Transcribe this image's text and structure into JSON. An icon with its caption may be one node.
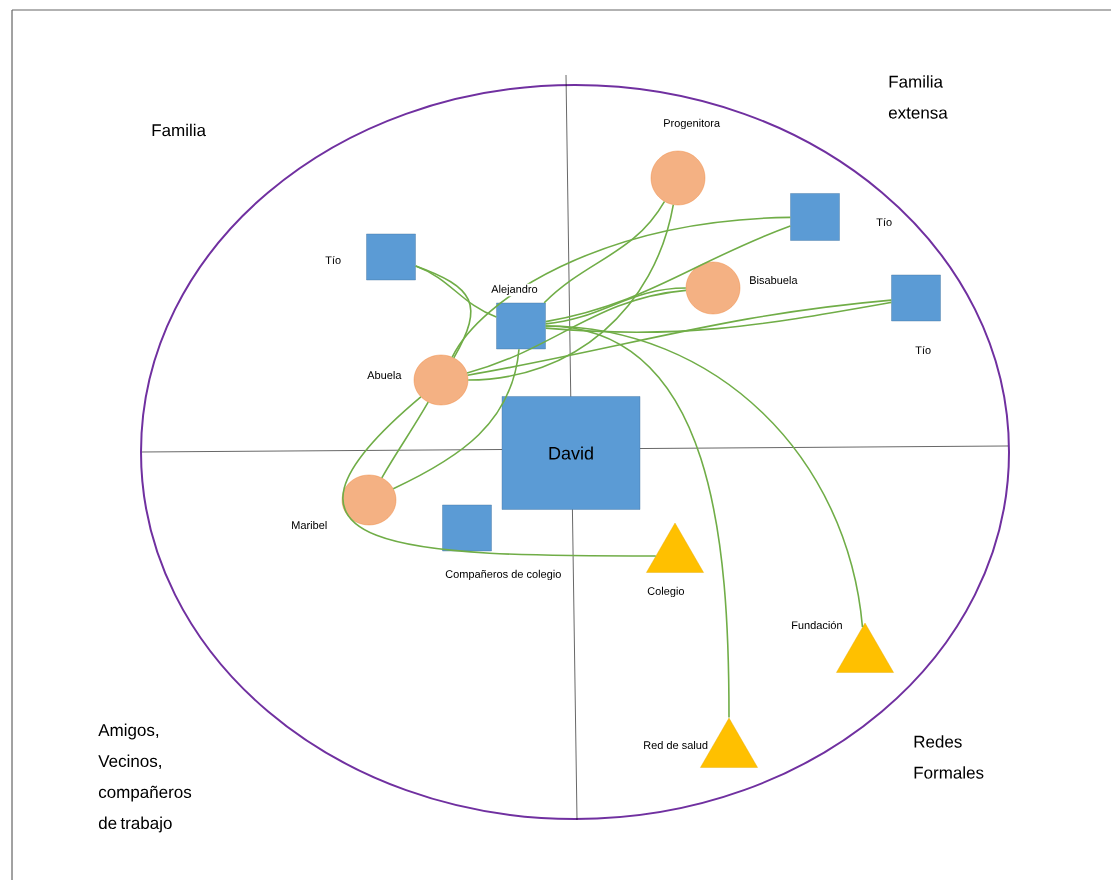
{
  "diagram": {
    "nodes": [
      {
        "text": [
          "David"
        ]
      },
      {
        "text": [],
        "shape": "circle",
        "beside": [
          "Progenitora"
        ]
      },
      {
        "text": [],
        "shape": "box",
        "beside": [
          "Tío"
        ]
      },
      {
        "text": [],
        "shape": "circle",
        "beside": [
          "Bisabuela"
        ]
      },
      {
        "text": [],
        "shape": "box",
        "beside": [
          "Tío"
        ]
      },
      {
        "text": [],
        "shape": "box",
        "beside": [
          "Tío"
        ]
      },
      {
        "text": [],
        "shape": "box",
        "beside": [
          "Alejandro"
        ]
      },
      {
        "text": [],
        "shape": "circle",
        "beside": [
          "Abuela"
        ]
      },
      {
        "text": [],
        "shape": "circle",
        "beside": [
          "Maribel"
        ]
      },
      {
        "text": [],
        "shape": "box",
        "beside": [
          "Compañeros de colegio"
        ]
      },
      {
        "text": [],
        "shape": "triangle",
        "beside": [
          "Colegio"
        ]
      },
      {
        "text": [],
        "shape": "triangle",
        "beside": [
          "Fundación"
        ]
      },
      {
        "text": [],
        "shape": "triangle",
        "beside": [
          "Red de salud"
        ]
      }
    ],
    "edges": [
      {
        "from": 7,
        "to": 5,
        "arrow": "none"
      },
      {
        "from": 5,
        "to": 6,
        "arrow": "none"
      },
      {
        "from": 7,
        "to": 1,
        "arrow": "none"
      },
      {
        "from": 6,
        "to": 1,
        "arrow": "none"
      },
      {
        "from": 7,
        "to": 2,
        "arrow": "none"
      },
      {
        "from": 6,
        "to": 2,
        "arrow": "none"
      },
      {
        "from": 7,
        "to": 3,
        "arrow": "none"
      },
      {
        "from": 6,
        "to": 3,
        "arrow": "none"
      },
      {
        "from": 7,
        "to": 4,
        "arrow": "none"
      },
      {
        "from": 6,
        "to": 4,
        "arrow": "none"
      },
      {
        "from": 7,
        "to": 8,
        "arrow": "none"
      },
      {
        "from": 8,
        "to": 6,
        "arrow": "none"
      },
      {
        "from": 7,
        "to": 10,
        "arrow": "none"
      },
      {
        "from": 6,
        "to": 12,
        "arrow": "none"
      },
      {
        "from": 6,
        "to": 11,
        "arrow": "none"
      }
    ],
    "labels": [
      "Familia",
      "Familia extensa",
      "Amigos, Vecinos, compañeros de trabajo",
      "Redes Formales"
    ]
  }
}
